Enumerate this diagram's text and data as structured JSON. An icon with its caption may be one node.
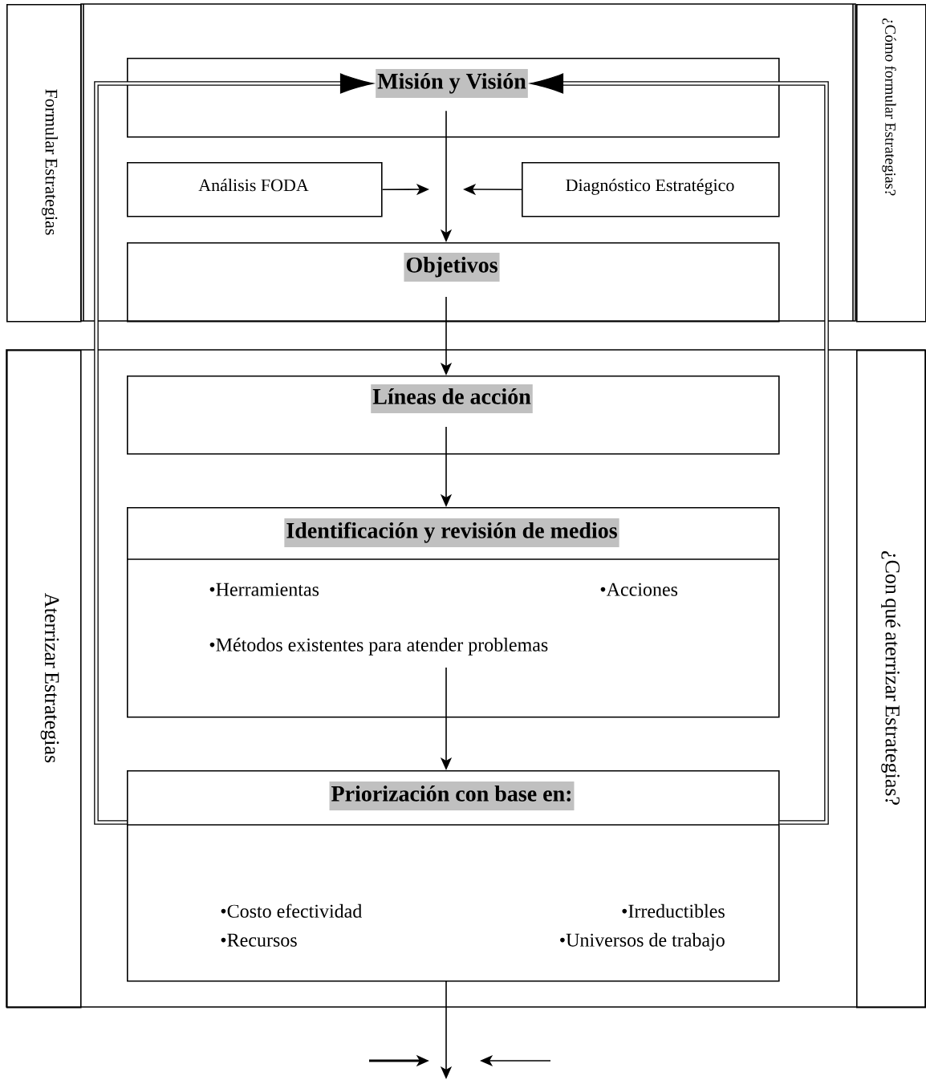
{
  "diagram": {
    "nodes": [
      {
        "text": [
          "Formular Estrategias"
        ]
      },
      {
        "text": [
          "¿Cómo formular Estrategias?"
        ]
      },
      {
        "text": [],
        "shape": "box"
      },
      {
        "text": [
          "Misión y Visión"
        ],
        "in": 2
      },
      {
        "text": [
          "Análisis FODA"
        ]
      },
      {
        "text": [
          "Diagnóstico Estratégico"
        ]
      },
      {
        "text": [
          "Objetivos"
        ]
      },
      {
        "text": [
          "Aterrizar Estrategias"
        ]
      },
      {
        "text": [
          "¿Con qué aterrizar Estrategias?"
        ]
      },
      {
        "text": [
          "Líneas de acción"
        ]
      },
      {
        "text": [
          "Identificación y revisión de medios",
          "•Herramientas",
          "•Acciones",
          "•Métodos existentes para atender problemas"
        ]
      },
      {
        "text": [
          "Priorización con base en:",
          "•Costo efectividad",
          "•Irreductibles",
          "•Recursos",
          "•Universos de trabajo"
        ]
      }
    ],
    "edges": [
      {
        "from": 3,
        "to": 6,
        "arrow": "to"
      },
      {
        "from": 4,
        "to": null,
        "arrow": "to"
      },
      {
        "from": 5,
        "to": null,
        "arrow": "to"
      },
      {
        "from": 6,
        "to": 9,
        "arrow": "to"
      },
      {
        "from": 9,
        "to": 10,
        "arrow": "to"
      },
      {
        "from": 10,
        "to": 11,
        "arrow": "to"
      },
      {
        "from": 11,
        "to": null,
        "arrow": "to"
      },
      {
        "from": 11,
        "to": 3,
        "arrow": "to",
        "style": "thick"
      },
      {
        "from": 11,
        "to": 3,
        "arrow": "to",
        "style": "thick"
      }
    ]
  }
}
